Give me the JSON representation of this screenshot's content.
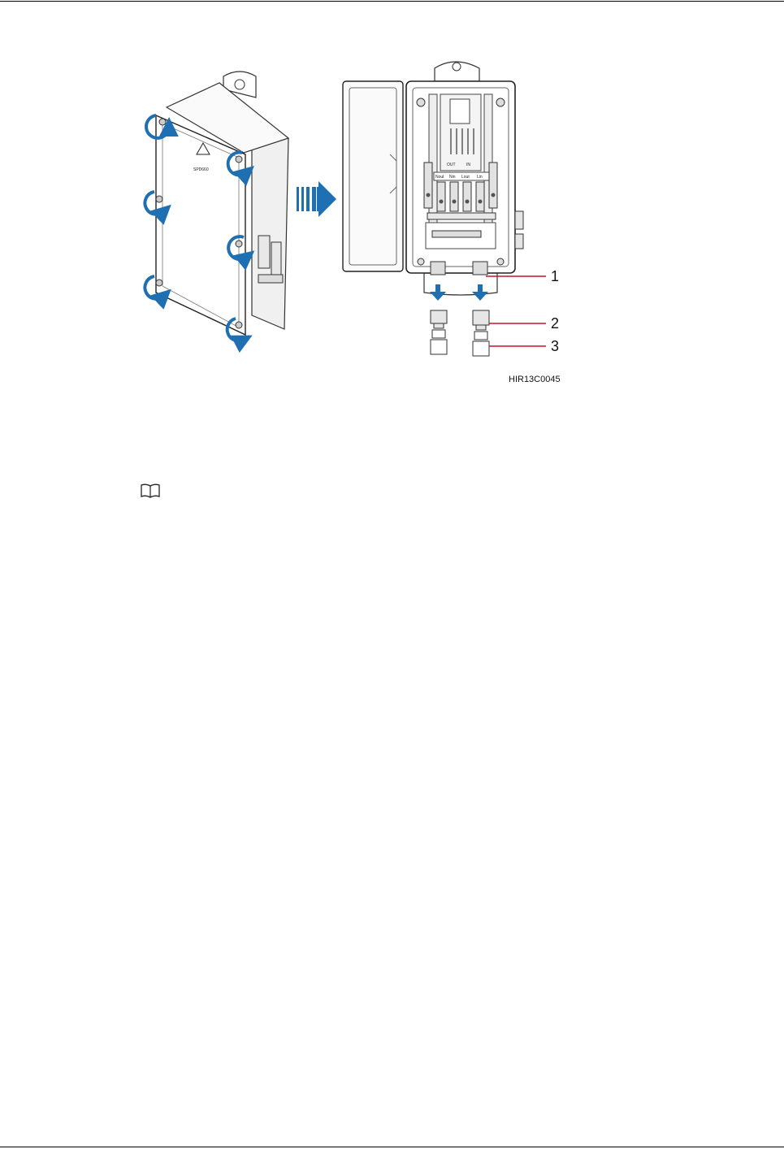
{
  "figure": {
    "code": "HIR13C0045",
    "callouts": [
      "1",
      "2",
      "3"
    ],
    "terminal_labels": [
      "Nout",
      "Nin",
      "Lout",
      "Lin"
    ],
    "board_labels": [
      "OUT",
      "IN"
    ],
    "lid_text": "SPD660",
    "arrow_color": "#1f6fb3",
    "callout_line_color": "#c8102e"
  },
  "note": {
    "icon": "book-icon"
  }
}
